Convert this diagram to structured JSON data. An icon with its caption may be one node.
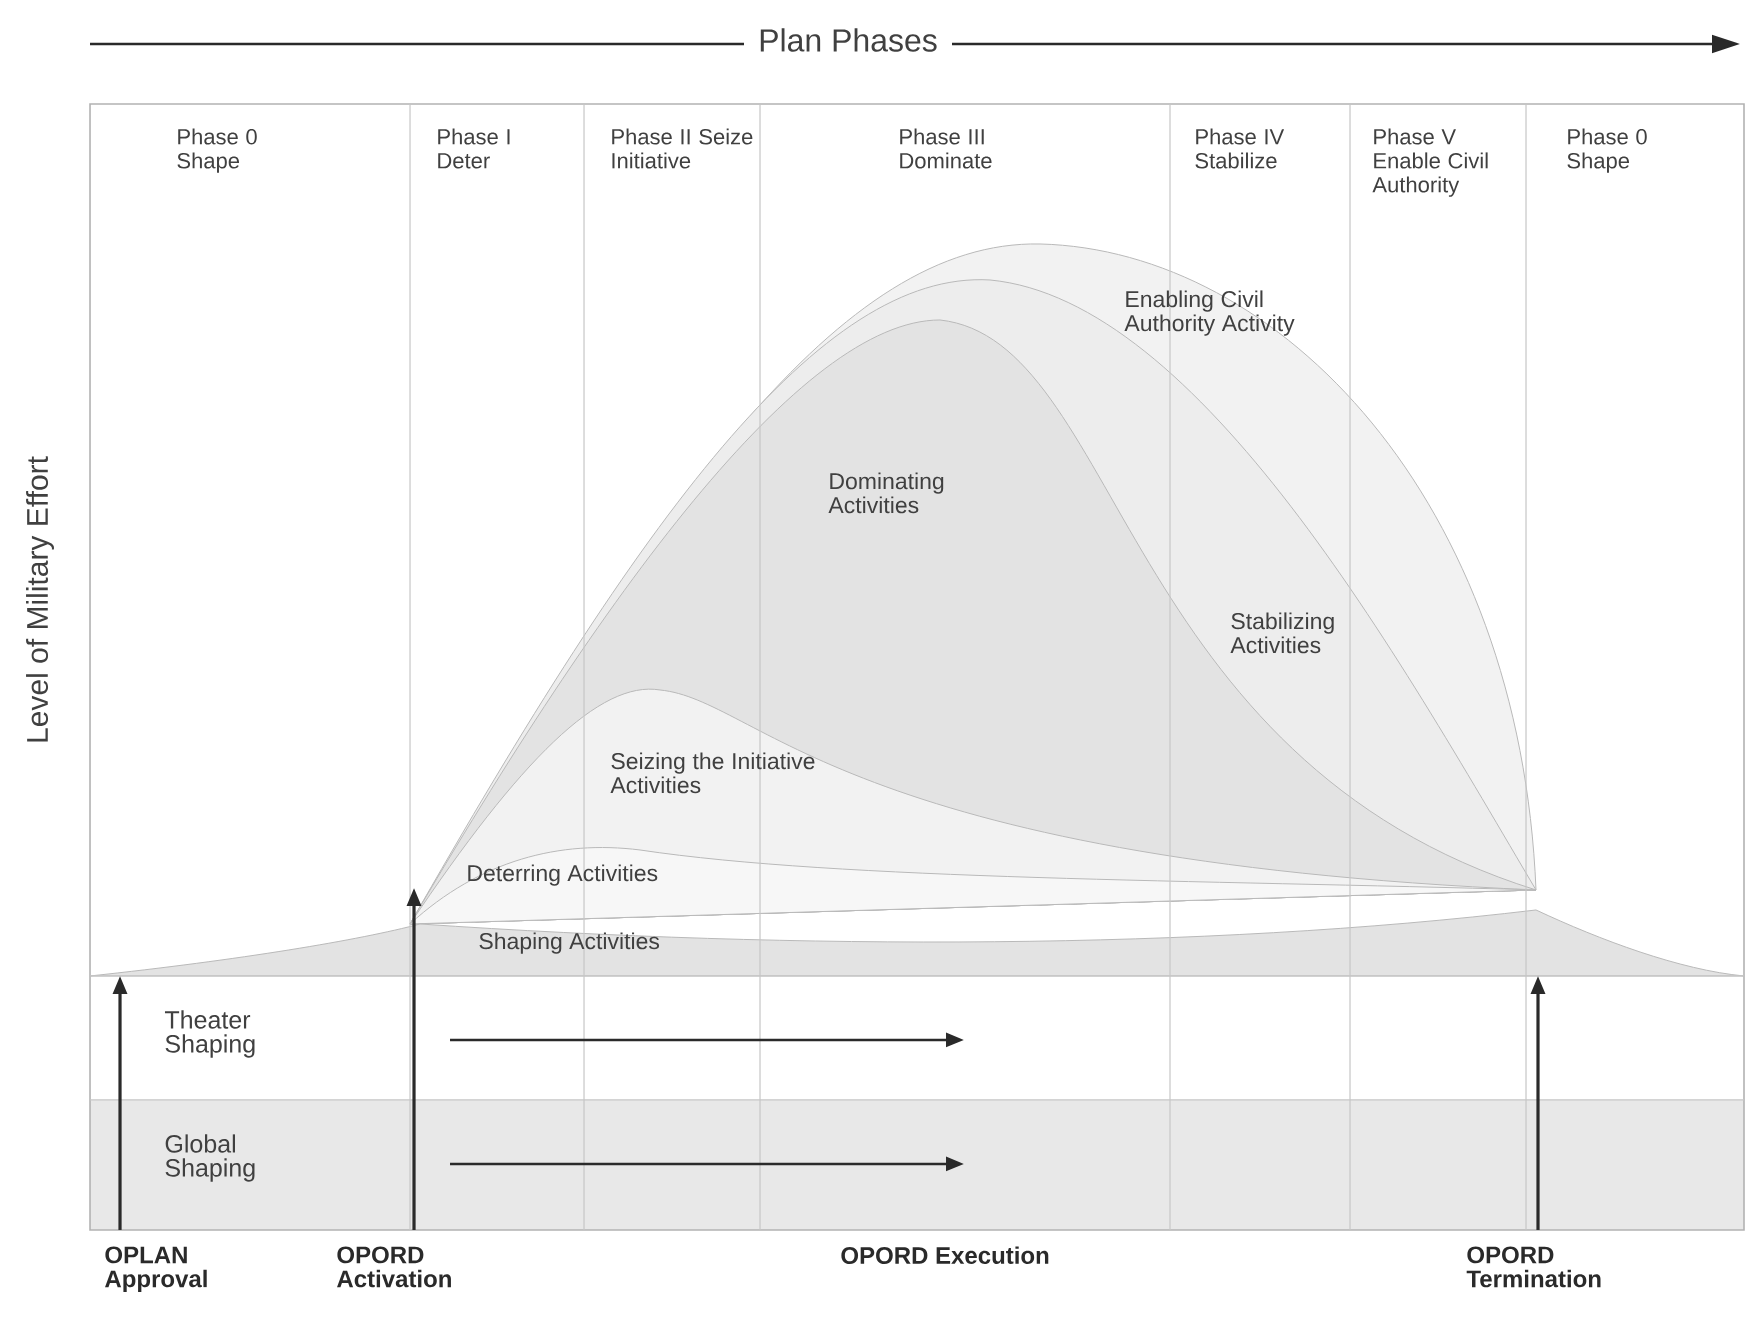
{
  "diagram": {
    "title": "Plan Phases",
    "labels": [
      "Phase 0 Shape",
      "Phase I Deter",
      "Phase II Seize Initiative",
      "Phase III Dominate",
      "Phase IV Stabilize",
      "Phase V Enable Civil Authority",
      "Phase 0 Shape",
      "Level of Military Effort",
      "Enabling Civil Authority Activity",
      "Dominating Activities",
      "Stabilizing Activities",
      "Seizing the Initiative Activities",
      "Deterring Activities",
      "Shaping Activities",
      "Theater Shaping",
      "Global Shaping",
      "OPLAN Approval",
      "OPORD Activation",
      "OPORD Execution",
      "OPORD Termination"
    ]
  }
}
